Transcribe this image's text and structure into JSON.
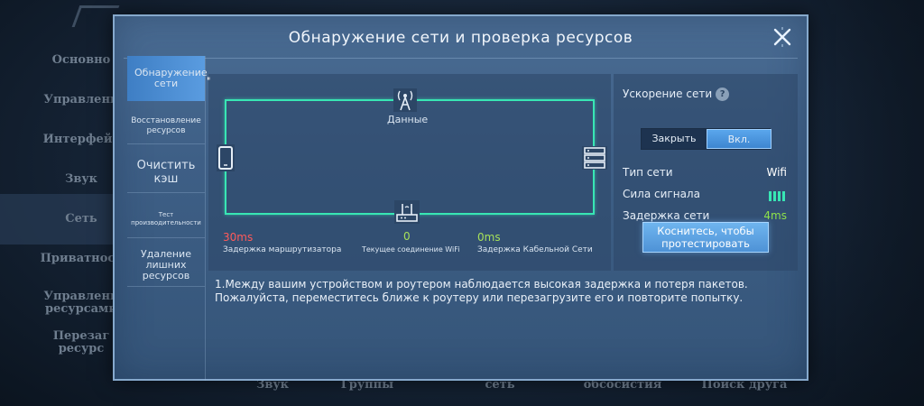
{
  "background": {
    "sidebar_items": [
      "Основно",
      "Управлени",
      "Интерфейс",
      "Звук",
      "Сеть",
      "Приватност",
      "Управлени ресурсами",
      "Перезаг ресурс"
    ],
    "bottom_labels": [
      "Звук",
      "Группы",
      "сеть",
      "обсосистия",
      "Поиск друга"
    ]
  },
  "dialog": {
    "title": "Обнаружение сети и проверка ресурсов",
    "close_icon": "close-icon"
  },
  "nav": {
    "items": [
      {
        "label": "Обнаружение сети",
        "active": true
      },
      {
        "label": "Восстановление ресурсов",
        "active": false
      },
      {
        "label": "Очистить кэш",
        "active": false
      },
      {
        "label": "Тест производительности",
        "active": false
      },
      {
        "label": "Удаление лишних ресурсов",
        "active": false
      }
    ]
  },
  "network": {
    "data_label": "Данные",
    "router_latency_value": "30ms",
    "router_latency_label": "Задержка маршрутизатора",
    "wifi_connection_value": "0",
    "wifi_connection_label": "Текущее соединение WiFi",
    "cable_latency_value": "0ms",
    "cable_latency_label": "Задержка Кабельной Сети",
    "icons": [
      "tower-icon",
      "phone-icon",
      "server-icon",
      "router-icon"
    ],
    "line_color": "#38e6b4"
  },
  "right_panel": {
    "acceleration_label": "Ускорение сети",
    "help_glyph": "?",
    "toggle_off": "Закрыть",
    "toggle_on": "Вкл.",
    "net_type_label": "Тип сети",
    "net_type_value": "Wifi",
    "signal_label": "Сила сигнала",
    "signal_bars": 4,
    "latency_label": "Задержка сети",
    "latency_value": "4ms",
    "test_button": "Коснитесь, чтобы протестировать"
  },
  "message": {
    "line1": "1.Между вашим устройством и роутером наблюдается высокая задержка и потеря пакетов.",
    "line2": "Пожалуйста, переместитесь ближе к роутеру или перезагрузите его и повторите попытку."
  },
  "colors": {
    "accent_green": "#38e6b4",
    "bad_red": "#ff5a5a",
    "good_green": "#8ee34a",
    "value_yellow_green": "#a6e05a"
  }
}
